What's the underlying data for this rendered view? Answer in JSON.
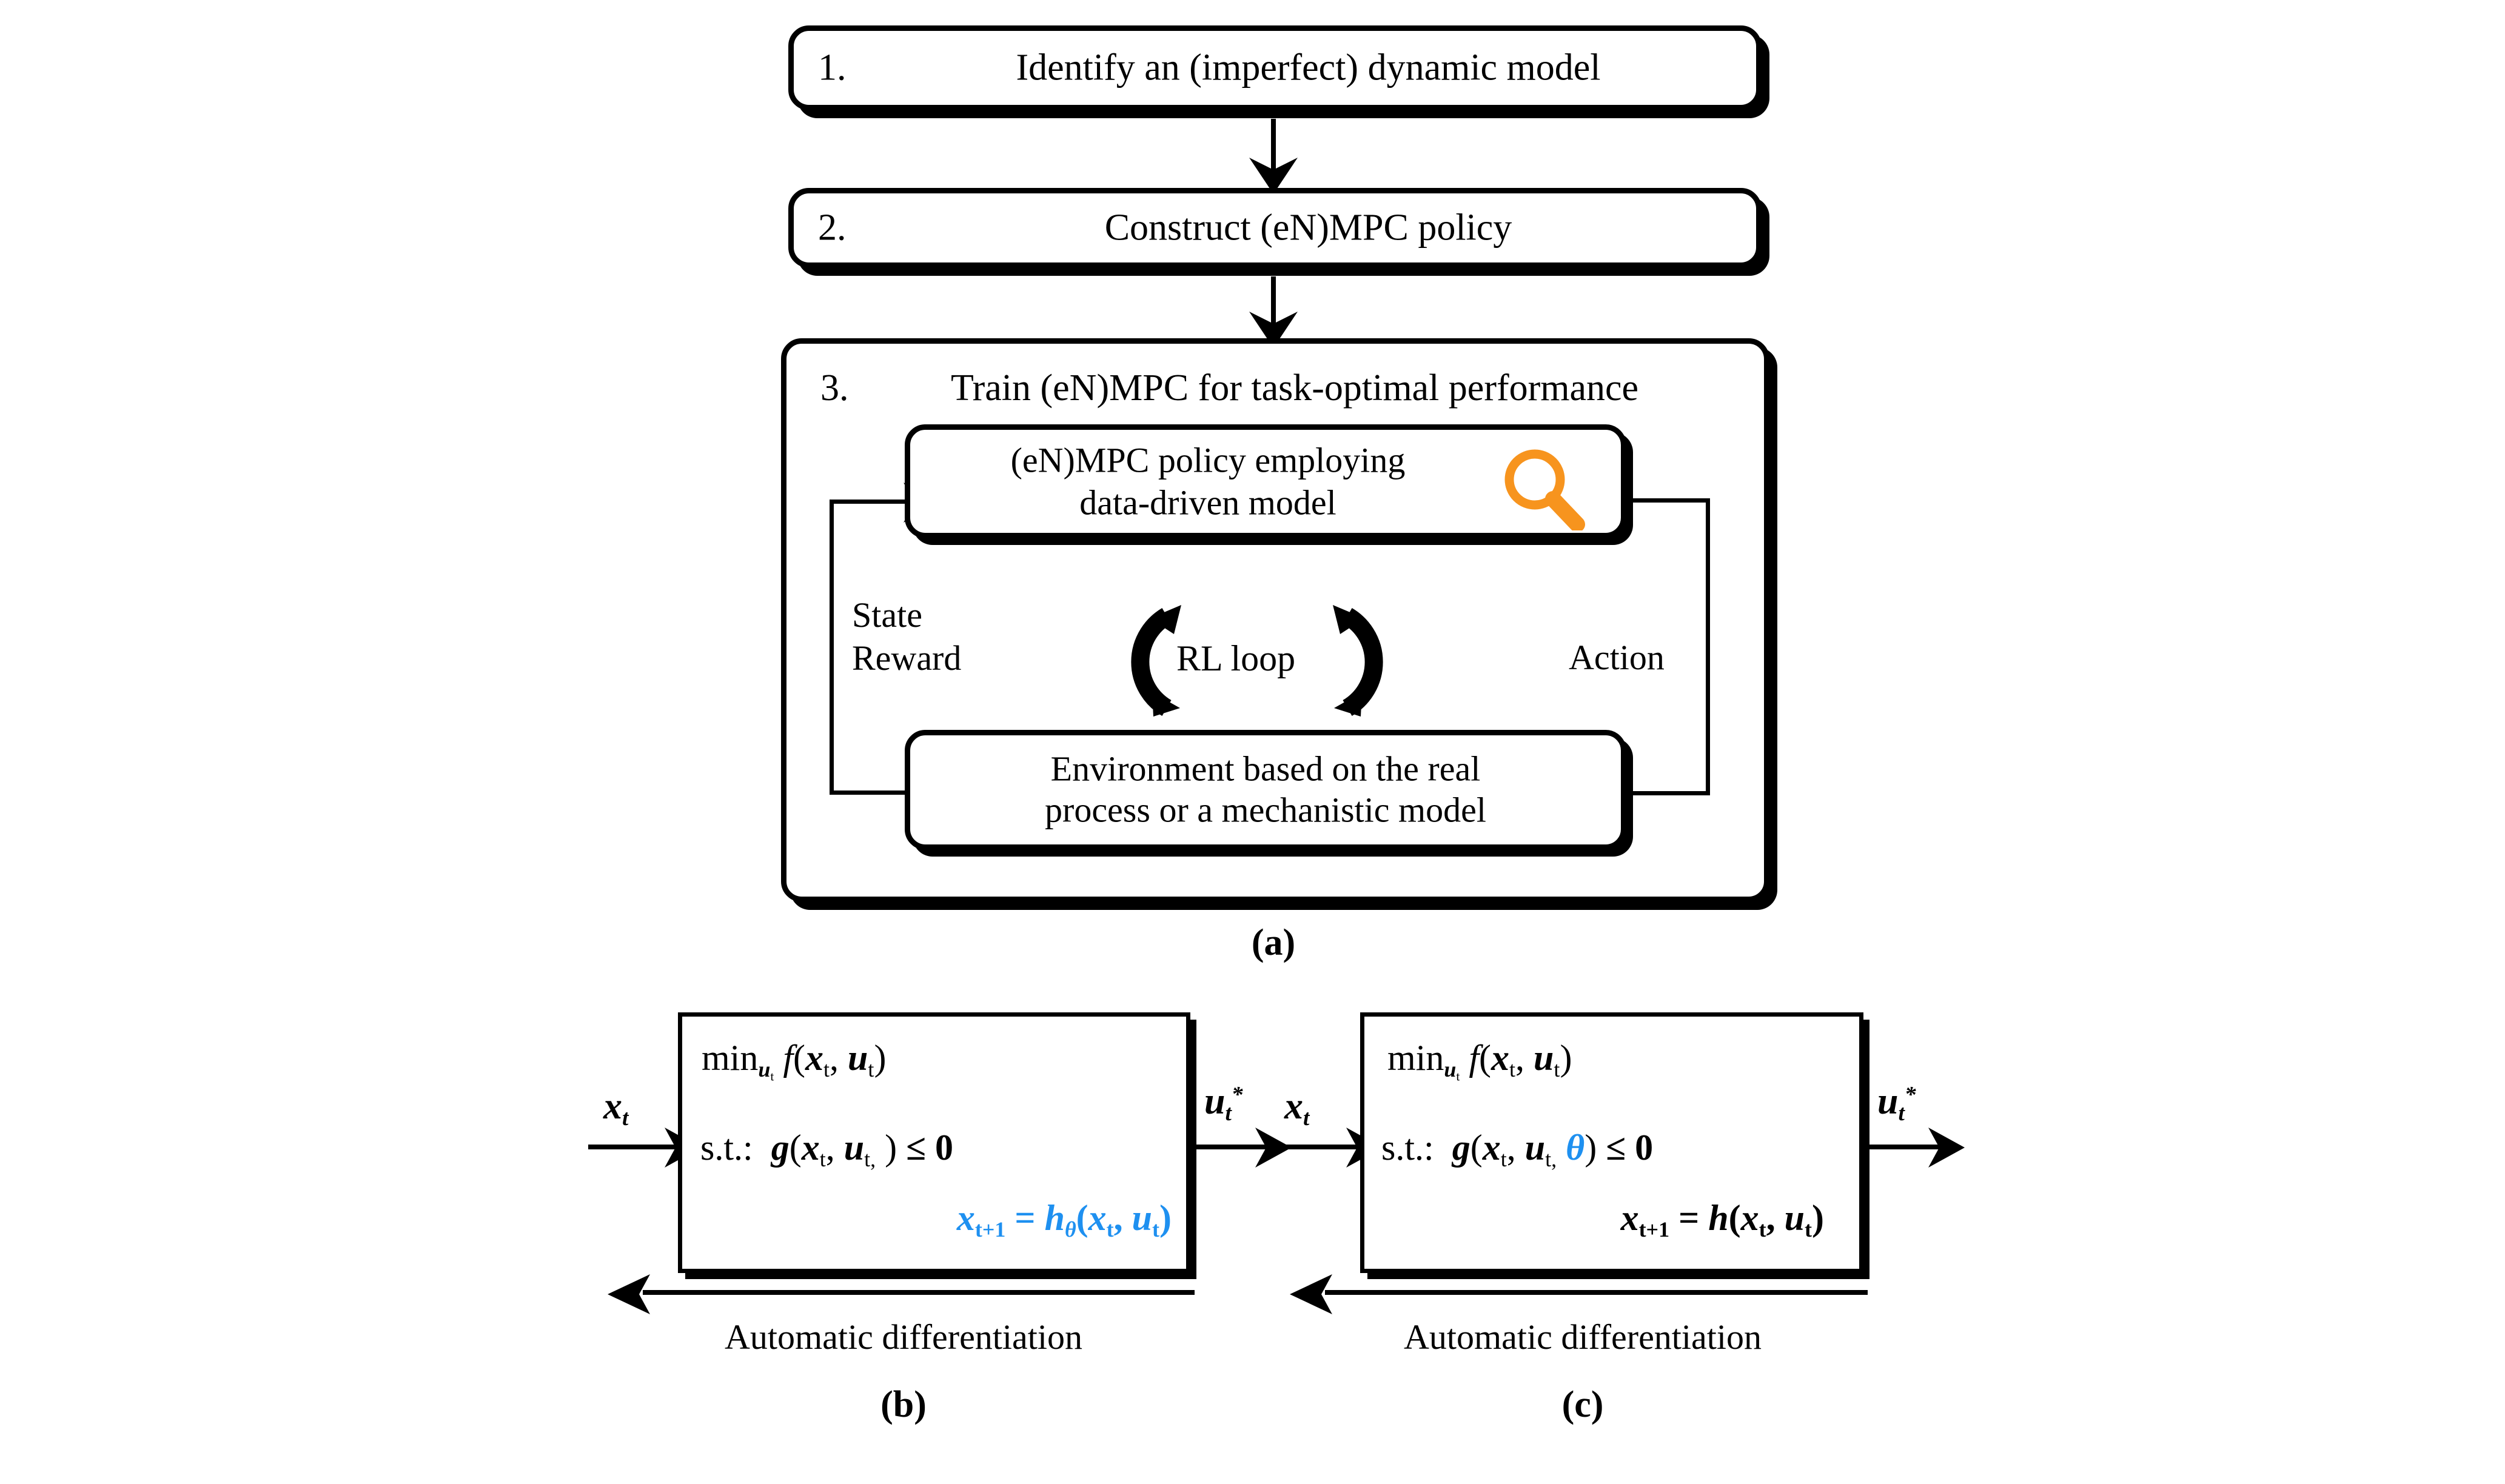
{
  "figure": {
    "panels": [
      {
        "id": "a",
        "caption": "(a)"
      },
      {
        "id": "b",
        "caption": "(b)"
      },
      {
        "id": "c",
        "caption": "(c)"
      }
    ]
  },
  "colors": {
    "magnifier_orange": "#F7941E",
    "highlight_blue": "#1E90F0",
    "stroke_black": "#000000",
    "background": "#FFFFFF"
  },
  "panel_a": {
    "steps": [
      {
        "number": "1.",
        "text": "Identify an (imperfect) dynamic model"
      },
      {
        "number": "2.",
        "text": "Construct (eN)MPC policy"
      },
      {
        "number": "3.",
        "text": "Train (eN)MPC for task-optimal performance"
      }
    ],
    "policy_box": {
      "line1": "(eN)MPC policy employing",
      "line2": "data-driven model",
      "icon": "magnifying-glass-icon"
    },
    "environment_box": {
      "line1": "Environment based on the real",
      "line2": "process or a mechanistic model"
    },
    "loop": {
      "label": "RL loop",
      "left_label_line1": "State",
      "left_label_line2": "Reward",
      "right_label": "Action"
    }
  },
  "panel_b": {
    "input_label": "x",
    "input_sub": "t",
    "output_label": "u",
    "output_sub": "t",
    "output_sup": "*",
    "objective": {
      "min": "min",
      "min_sub": "u",
      "min_sub_sub": "t",
      "func": "f(x",
      "func_mid": ", u",
      "func_end": ")"
    },
    "equations": [
      {
        "text": "min",
        "sub": "u",
        "subsub": "t",
        "rest": "f(x",
        "color": "black"
      },
      {
        "text": "s.t.:  g(x",
        "color": "black"
      },
      {
        "text": "x",
        "color": "blue"
      }
    ],
    "eq1_full": "min f(x, u)",
    "eq2_full": "s.t.:  g(x, u, ) ≤ 0",
    "eq3_full": "x = h (x, u)",
    "feedback_label": "Automatic differentiation"
  },
  "panel_c": {
    "input_label": "x",
    "output_label": "u",
    "eq1_full": "min f(x, u)",
    "eq2_full": "s.t.:  g(x, u, θ) ≤ 0",
    "eq3_full": "x = h(x, u)",
    "theta": "θ",
    "feedback_label": "Automatic differentiation"
  }
}
